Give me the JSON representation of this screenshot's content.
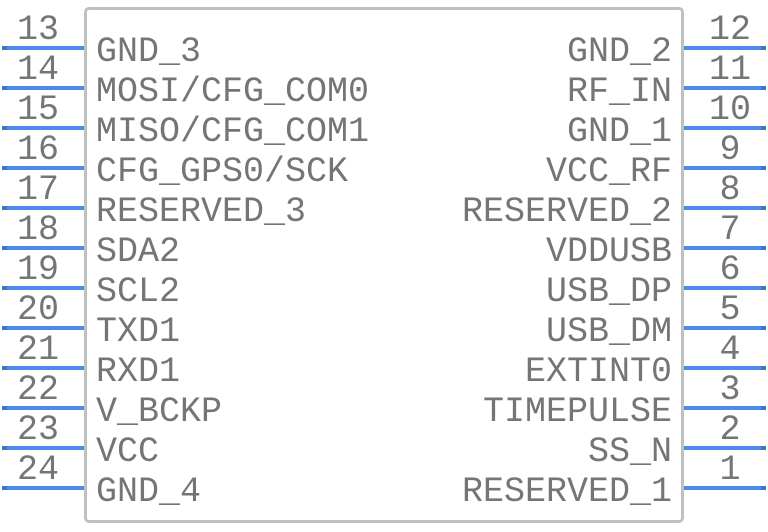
{
  "component": {
    "pins_left": [
      {
        "number": "13",
        "label": "GND_3"
      },
      {
        "number": "14",
        "label": "MOSI/CFG_COM0"
      },
      {
        "number": "15",
        "label": "MISO/CFG_COM1"
      },
      {
        "number": "16",
        "label": "CFG_GPS0/SCK"
      },
      {
        "number": "17",
        "label": "RESERVED_3"
      },
      {
        "number": "18",
        "label": "SDA2"
      },
      {
        "number": "19",
        "label": "SCL2"
      },
      {
        "number": "20",
        "label": "TXD1"
      },
      {
        "number": "21",
        "label": "RXD1"
      },
      {
        "number": "22",
        "label": "V_BCKP"
      },
      {
        "number": "23",
        "label": "VCC"
      },
      {
        "number": "24",
        "label": "GND_4"
      }
    ],
    "pins_right": [
      {
        "number": "12",
        "label": "GND_2"
      },
      {
        "number": "11",
        "label": "RF_IN"
      },
      {
        "number": "10",
        "label": "GND_1"
      },
      {
        "number": "9",
        "label": "VCC_RF"
      },
      {
        "number": "8",
        "label": "RESERVED_2"
      },
      {
        "number": "7",
        "label": "VDDUSB"
      },
      {
        "number": "6",
        "label": "USB_DP"
      },
      {
        "number": "5",
        "label": "USB_DM"
      },
      {
        "number": "4",
        "label": "EXTINT0"
      },
      {
        "number": "3",
        "label": "TIMEPULSE"
      },
      {
        "number": "2",
        "label": "SS_N"
      },
      {
        "number": "1",
        "label": "RESERVED_1"
      }
    ]
  },
  "colors": {
    "pin": "#4a8ce8",
    "pin_end": "#3a77d2",
    "text": "#757575",
    "body_border": "#c0c0c0",
    "background": "#ffffff"
  }
}
